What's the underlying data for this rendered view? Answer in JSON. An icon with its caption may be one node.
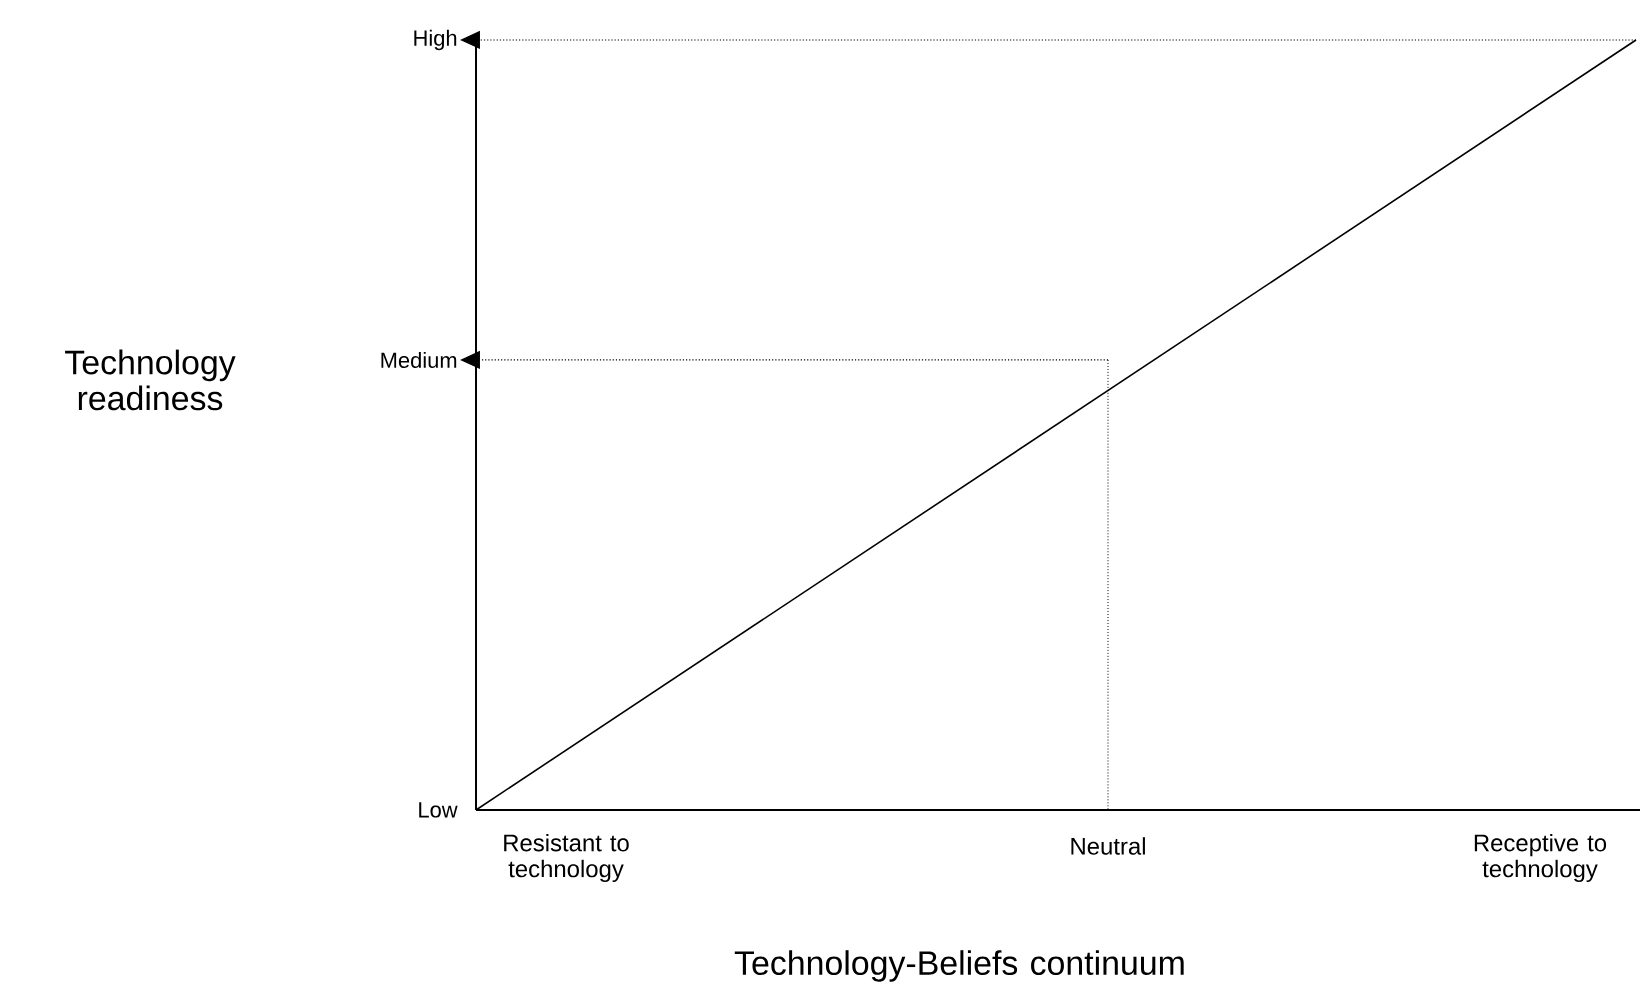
{
  "diagram": {
    "nodes": [
      {
        "text": [
          "High"
        ]
      },
      {
        "text": [
          "Medium"
        ]
      }
    ],
    "edges": [
      {
        "from": null,
        "to": 0,
        "arrow": "to",
        "style": "dashed"
      },
      {
        "from": null,
        "to": 1,
        "arrow": "to",
        "style": "dashed"
      }
    ],
    "labels": [
      "Technology readiness",
      "Low",
      "Resistant to technology",
      "Neutral",
      "Receptive to technology",
      "Technology-Beliefs continuum"
    ]
  }
}
